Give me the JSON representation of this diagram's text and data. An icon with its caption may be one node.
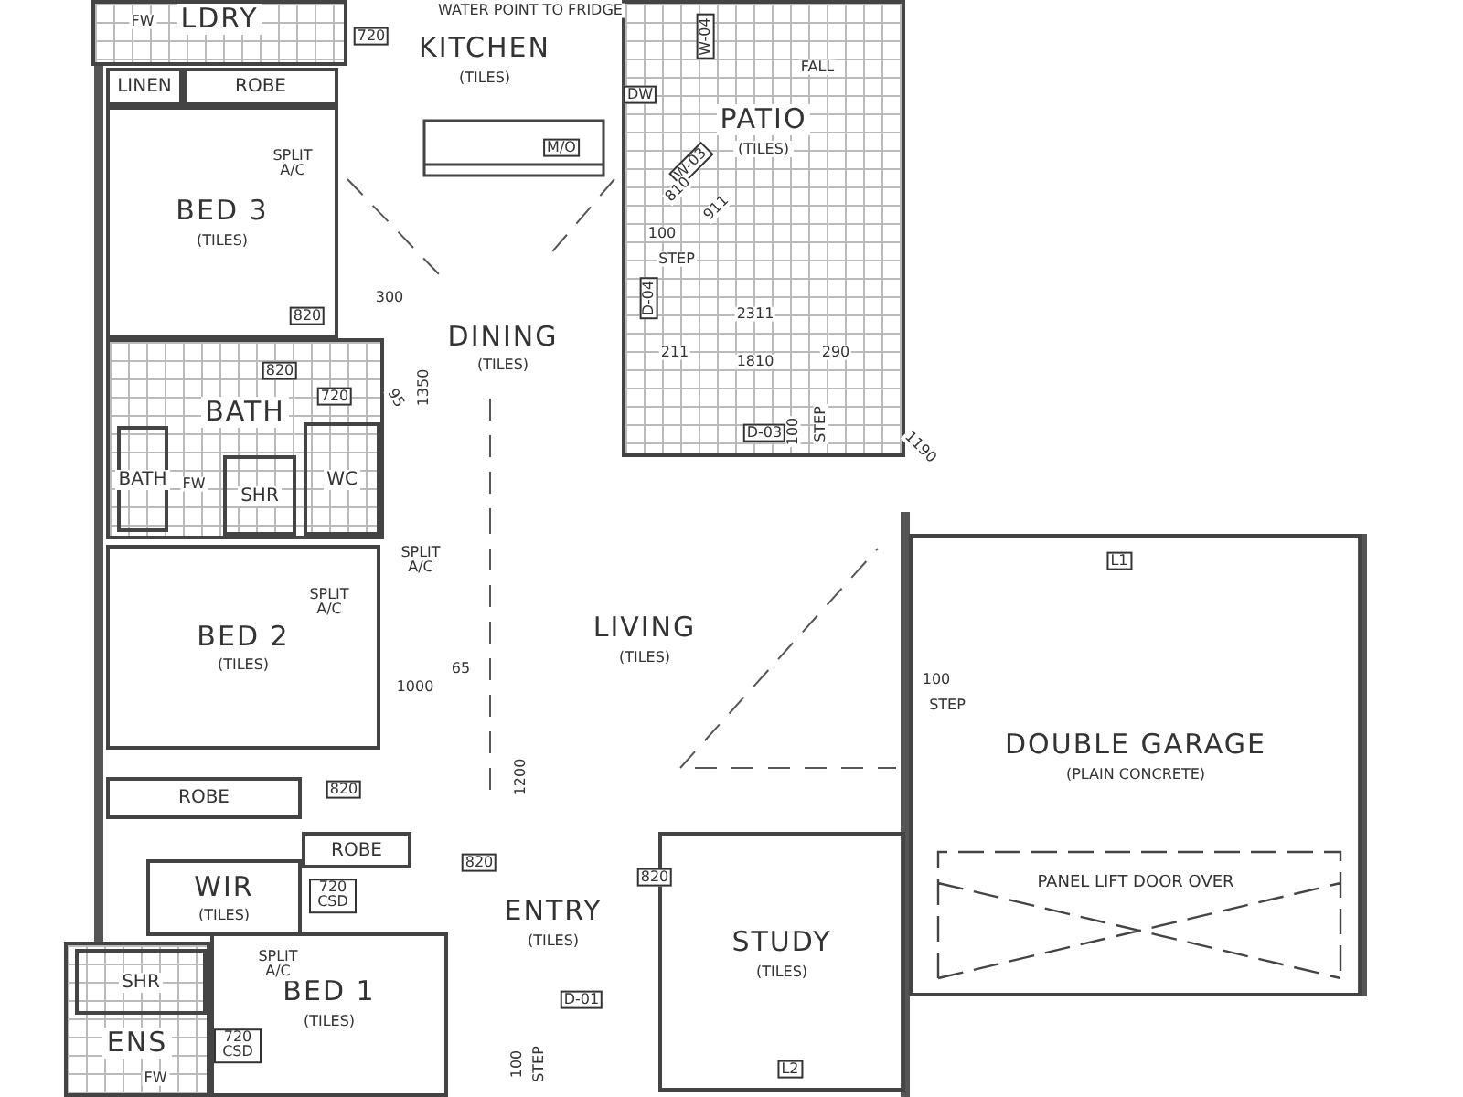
{
  "diagram": {
    "nodes": [
      {
        "text": [
          "LDRY"
        ]
      },
      {
        "text": [
          "KITCHEN",
          "(TILES)"
        ]
      },
      {
        "text": [
          "PATIO",
          "(TILES)"
        ]
      },
      {
        "text": [
          "LINEN"
        ]
      },
      {
        "text": [
          "ROBE"
        ]
      },
      {
        "text": [
          "BED 3",
          "(TILES)"
        ]
      },
      {
        "text": [
          "DINING",
          "(TILES)"
        ]
      },
      {
        "text": [
          "BATH"
        ]
      },
      {
        "text": [
          "BATH"
        ],
        "in": 7
      },
      {
        "text": [
          "SHR"
        ],
        "in": 7
      },
      {
        "text": [
          "WC"
        ],
        "in": 7
      },
      {
        "text": [
          "BED 2",
          "(TILES)"
        ]
      },
      {
        "text": [
          "LIVING",
          "(TILES)"
        ]
      },
      {
        "text": [
          "DOUBLE GARAGE",
          "(PLAIN CONCRETE)",
          "PANEL LIFT DOOR OVER"
        ]
      },
      {
        "text": [
          "ROBE"
        ]
      },
      {
        "text": [
          "WIR",
          "(TILES)"
        ]
      },
      {
        "text": [
          "ROBE"
        ]
      },
      {
        "text": [
          "ENTRY",
          "(TILES)"
        ]
      },
      {
        "text": [
          "STUDY",
          "(TILES)"
        ]
      },
      {
        "text": [
          "ENS"
        ]
      },
      {
        "text": [
          "SHR"
        ],
        "in": 19
      },
      {
        "text": [
          "BED 1",
          "(TILES)"
        ]
      }
    ],
    "labels": [
      "WATER POINT TO FRIDGE",
      "720",
      "W-04",
      "FW",
      "DW",
      "M/O",
      "FALL",
      "SPLIT A/C",
      "300",
      "820",
      "820",
      "720",
      "95",
      "1350",
      "W-03",
      "810",
      "911",
      "100",
      "STEP",
      "D-04",
      "2311",
      "211",
      "1810",
      "290",
      "D-03",
      "100",
      "STEP",
      "1190",
      "FW",
      "SPLIT A/C",
      "SPLIT A/C",
      "1000",
      "65",
      "820",
      "1200",
      "820",
      "820",
      "L1",
      "100",
      "STEP",
      "720 CSD",
      "SPLIT A/C",
      "D-01",
      "720 CSD",
      "FW",
      "100",
      "STEP",
      "L2"
    ]
  }
}
